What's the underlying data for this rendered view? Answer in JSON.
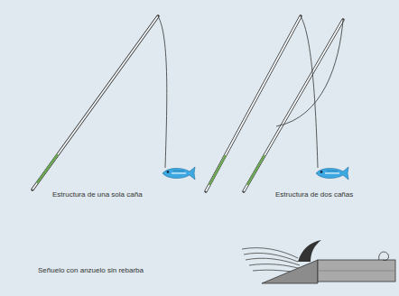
{
  "diagram": {
    "labels": [
      "Estructura de una sola caña",
      "Estructura de dos cañas",
      "Señuelo con anzuelo sin rebarba"
    ]
  }
}
